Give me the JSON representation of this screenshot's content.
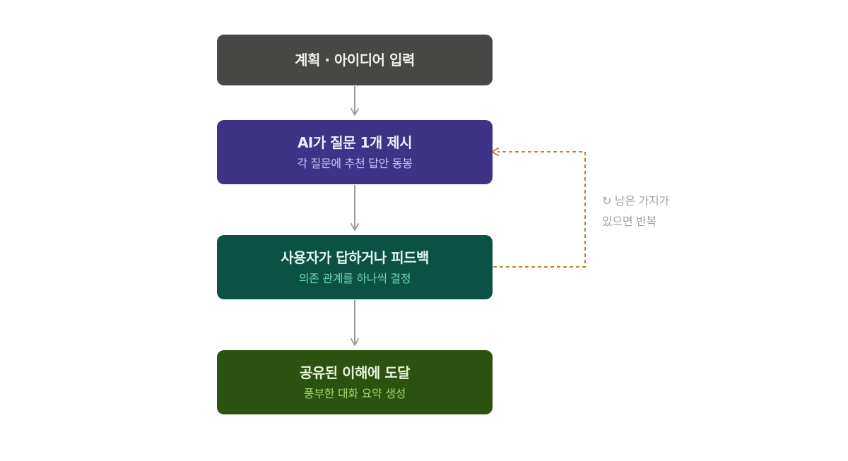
{
  "steps": [
    {
      "title": "계획 · 아이디어 입력",
      "subtitle": ""
    },
    {
      "title": "AI가 질문 1개 제시",
      "subtitle": "각 질문에 추천 답안 동봉"
    },
    {
      "title": "사용자가 답하거나 피드백",
      "subtitle": "의존 관계를 하나씩 결정"
    },
    {
      "title": "공유된 이해에 도달",
      "subtitle": "풍부한 대화 요약 생성"
    }
  ],
  "loop": {
    "icon": "refresh-icon",
    "icon_glyph": "↻",
    "line1": "남은 가지가",
    "line2": "있으면 반복",
    "color": "#b27524"
  },
  "colors": {
    "arrow": "#9b9a96",
    "step1_bg": "#474745",
    "step2_bg": "#3e3387",
    "step3_bg": "#0b5144",
    "step4_bg": "#2b520e"
  }
}
